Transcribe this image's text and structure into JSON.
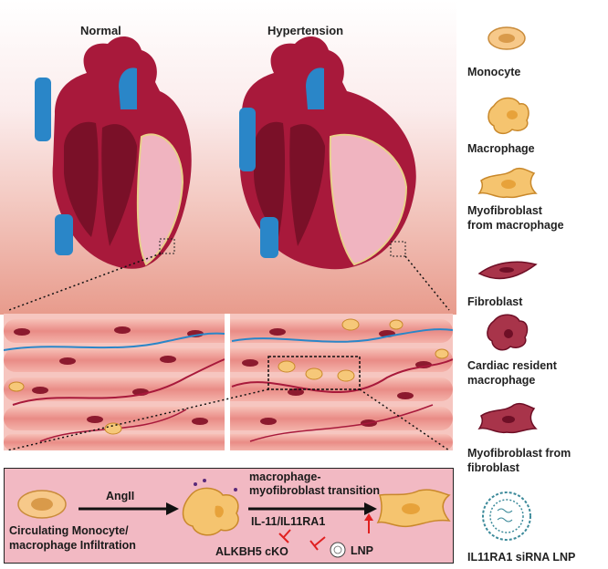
{
  "headers": {
    "left": "Normal",
    "right": "Hypertension"
  },
  "legend": [
    {
      "label": "Monocyte",
      "icon": "monocyte-icon"
    },
    {
      "label": "Macrophage",
      "icon": "macrophage-icon"
    },
    {
      "label": "Myofibroblast from macrophage",
      "icon": "myofibroblast-macrophage-icon"
    },
    {
      "label": "Fibroblast",
      "icon": "fibroblast-icon"
    },
    {
      "label": "Cardiac resident macrophage",
      "icon": "resident-macrophage-icon"
    },
    {
      "label": "Myofibroblast from fibroblast",
      "icon": "myofibroblast-fibroblast-icon"
    },
    {
      "label": "IL11RA1 siRNA LNP",
      "icon": "lnp-icon"
    }
  ],
  "legend_lines": {
    "myofib_mac_1": "Myofibroblast",
    "myofib_mac_2": "from macrophage",
    "resident_1": "Cardiac resident",
    "resident_2": "macrophage",
    "myofib_fib_1": "Myofibroblast from",
    "myofib_fib_2": "fibroblast"
  },
  "pathway": {
    "stimulus": "AngII",
    "transition_line1": "macrophage-",
    "transition_line2": "myofibroblast transition",
    "signaling": "IL-11/IL11RA1",
    "infiltration_line1": "Circulating Monocyte/",
    "infiltration_line2": "macrophage Infiltration",
    "ko": "ALKBH5 cKO",
    "lnp": "LNP"
  },
  "colors": {
    "heart": "#a8193b",
    "heart_dark": "#6e0f26",
    "aorta_blue": "#2a86c8",
    "tissue_pink": "#f2b8b8",
    "muscle": "#e88a8a",
    "bottom_panel": "#f2b9c3",
    "inhibit_red": "#e02020"
  }
}
